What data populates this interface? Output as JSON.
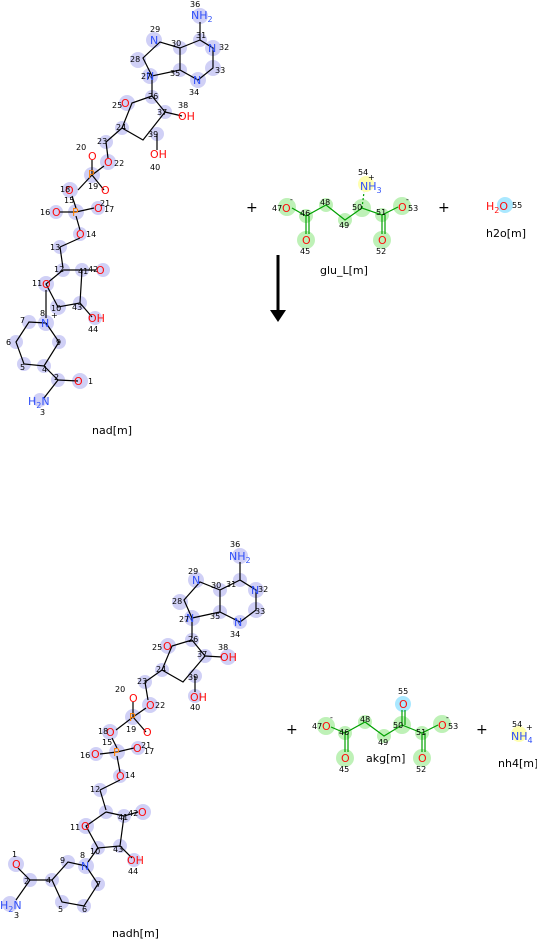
{
  "reactants": [
    {
      "id": "nad",
      "label": "nad[m]"
    },
    {
      "id": "glu",
      "label": "glu_L[m]"
    },
    {
      "id": "h2o",
      "label": "h2o[m]"
    }
  ],
  "products": [
    {
      "id": "nadh",
      "label": "nadh[m]"
    },
    {
      "id": "akg",
      "label": "akg[m]"
    },
    {
      "id": "nh4",
      "label": "nh4[m]"
    }
  ],
  "plus_sign": "+",
  "atoms": {
    "nh2": "NH2",
    "oh": "OH",
    "o": "O",
    "n": "N",
    "p": "P",
    "nh3": "NH3",
    "h2o": "H2O",
    "nh4": "NH4",
    "plus_charge": "+",
    "minus_charge": "-"
  },
  "colors": {
    "carbon": "#000000",
    "nitrogen": "#3050F8",
    "oxygen": "#FF0D0D",
    "phosphorus": "#FF8000",
    "highlight_blue": "#c8c8f5",
    "highlight_green": "#b8f0b0",
    "highlight_cyan": "#aae8ff",
    "highlight_yellow": "#ffffb0",
    "arrow": "#000000"
  }
}
